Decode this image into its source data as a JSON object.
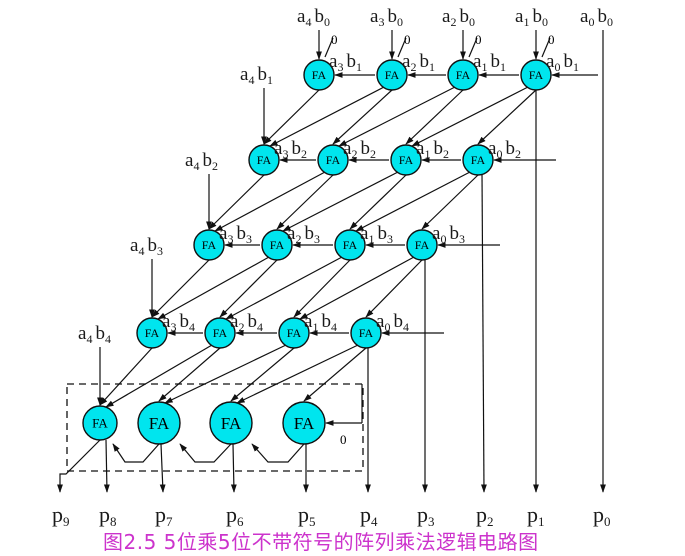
{
  "caption": "图2.5 5位乘5位不带符号的阵列乘法逻辑电路图",
  "adder_label": "FA",
  "constant_zero": "0",
  "top_products": [
    {
      "a": "4",
      "b": "0"
    },
    {
      "a": "3",
      "b": "0"
    },
    {
      "a": "2",
      "b": "0"
    },
    {
      "a": "1",
      "b": "0"
    },
    {
      "a": "0",
      "b": "0"
    }
  ],
  "rows": [
    {
      "left": {
        "a": "4",
        "b": "1"
      },
      "partials": [
        {
          "a": "3",
          "b": "1"
        },
        {
          "a": "2",
          "b": "1"
        },
        {
          "a": "1",
          "b": "1"
        },
        {
          "a": "0",
          "b": "1"
        }
      ]
    },
    {
      "left": {
        "a": "4",
        "b": "2"
      },
      "partials": [
        {
          "a": "3",
          "b": "2"
        },
        {
          "a": "2",
          "b": "2"
        },
        {
          "a": "1",
          "b": "2"
        },
        {
          "a": "0",
          "b": "2"
        }
      ]
    },
    {
      "left": {
        "a": "4",
        "b": "3"
      },
      "partials": [
        {
          "a": "3",
          "b": "3"
        },
        {
          "a": "2",
          "b": "3"
        },
        {
          "a": "1",
          "b": "3"
        },
        {
          "a": "0",
          "b": "3"
        }
      ]
    },
    {
      "left": {
        "a": "4",
        "b": "4"
      },
      "partials": [
        {
          "a": "3",
          "b": "4"
        },
        {
          "a": "2",
          "b": "4"
        },
        {
          "a": "1",
          "b": "4"
        },
        {
          "a": "0",
          "b": "4"
        }
      ]
    }
  ],
  "outputs": [
    "9",
    "8",
    "7",
    "6",
    "5",
    "4",
    "3",
    "2",
    "1",
    "0"
  ],
  "colors": {
    "adder_fill": "#00e5ee",
    "line": "#111111",
    "caption": "#cc33cc"
  }
}
